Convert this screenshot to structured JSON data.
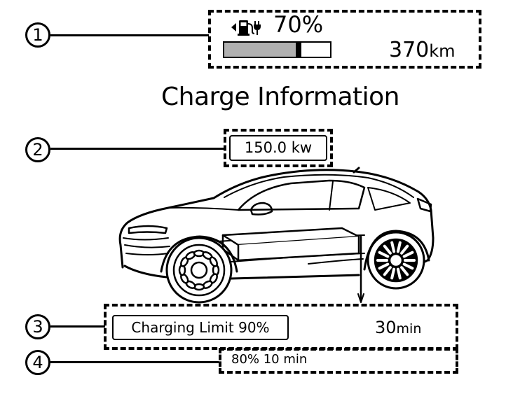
{
  "callouts": [
    "1",
    "2",
    "3",
    "4"
  ],
  "status_panel": {
    "percent": "70%",
    "range_value": "370",
    "range_unit": "km",
    "battery_fill": 0.7,
    "icon": "fuel-pump-plug-icon"
  },
  "title": "Charge Information",
  "charge_power": {
    "value": "150.0 kw"
  },
  "charging_limit": {
    "label": "Charging Limit 90%",
    "time_value": "30",
    "time_unit": "min"
  },
  "estimate": {
    "text": "80% 10 min"
  },
  "colors": {
    "line": "#000000",
    "battery_fill": "#b0b0b0",
    "background": "#ffffff"
  }
}
